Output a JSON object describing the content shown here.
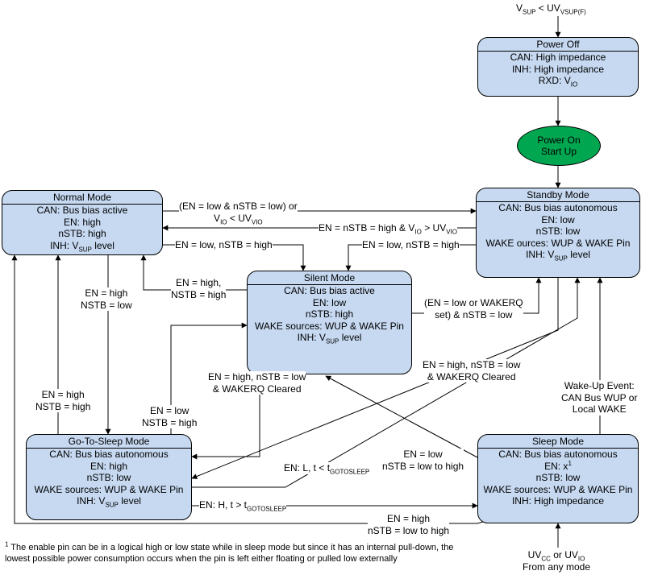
{
  "top_condition": {
    "text": "V",
    "sub1": "SUP",
    "mid": " < UV",
    "sub2": "VSUP(F)"
  },
  "power_on": {
    "line1": "Power On",
    "line2": "Start Up"
  },
  "states": {
    "power_off": {
      "title": "Power Off",
      "lines": [
        "CAN: High impedance",
        "INH: High impedance"
      ],
      "rxd": {
        "pre": "RXD: V",
        "sub": "IO"
      }
    },
    "standby": {
      "title": "Standby Mode",
      "lines": [
        "CAN: Bus bias autonomous",
        "EN: low",
        "nSTB: low",
        "WAKE ources: WUP & WAKE Pin"
      ],
      "inh": {
        "pre": "INH: V",
        "sub": "SUP",
        "post": " level"
      }
    },
    "normal": {
      "title": "Normal Mode",
      "lines": [
        "CAN: Bus bias active",
        "EN: high",
        "nSTB: high"
      ],
      "inh": {
        "pre": "INH: V",
        "sub": "SUP",
        "post": " level"
      }
    },
    "silent": {
      "title": "Silent Mode",
      "lines": [
        "CAN: Bus bias active",
        "EN: low",
        "nSTB: high",
        "WAKE sources: WUP & WAKE Pin"
      ],
      "inh": {
        "pre": "INH: V",
        "sub": "SUP",
        "post": " level"
      }
    },
    "go_to_sleep": {
      "title": "Go-To-Sleep Mode",
      "lines": [
        "CAN: Bus bias autonomous",
        "EN: high",
        "nSTB: low",
        "WAKE sources: WUP & WAKE Pin"
      ],
      "inh": {
        "pre": "INH: V",
        "sub": "SUP",
        "post": " level"
      }
    },
    "sleep": {
      "title": "Sleep Mode",
      "line1": "CAN: Bus bias autonomous",
      "en": {
        "pre": "EN: x",
        "sup": "1"
      },
      "lines": [
        "nSTB: low",
        "WAKE sources: WUP & WAKE Pin",
        "INH: High impedance"
      ]
    }
  },
  "transitions": {
    "normal_to_standby": {
      "line1": "(EN = low & nSTB = low) or",
      "pre": "V",
      "sub1": "IO",
      "mid": " < UV",
      "sub2": "VIO"
    },
    "standby_to_normal": {
      "pre": "EN = nSTB = high & V",
      "sub1": "IO",
      "mid": " > UV",
      "sub2": "VIO"
    },
    "normal_to_silent": "EN = low, nSTB = high",
    "standby_to_silent": "EN = low, nSTB = high",
    "silent_to_normal": {
      "line1": "EN = high,",
      "line2": "NSTB = high"
    },
    "silent_to_standby": {
      "line1": "(EN = low or WAKERQ",
      "line2": "set) & nSTB = low"
    },
    "normal_to_gts": {
      "line1": "EN = high",
      "line2": "NSTB = low"
    },
    "gts_to_normal": {
      "line1": "EN = high",
      "line2": "NSTB = high"
    },
    "gts_to_silent": {
      "line1": "EN = low",
      "line2": "NSTB = high"
    },
    "silent_to_gts": {
      "line1": "EN = high, nSTB = low",
      "line2": "& WAKERQ Cleared"
    },
    "standby_to_gts": {
      "line1": "EN = high, nSTB = low",
      "line2": "& WAKERQ Cleared"
    },
    "sleep_to_silent": {
      "line1": "EN = low",
      "line2": "nSTB = low to high"
    },
    "gts_hold": {
      "pre": "EN: L, t < t",
      "sub": "GOTOSLEEP"
    },
    "gts_to_sleep": {
      "pre": "EN: H, t > t",
      "sub": "GOTOSLEEP"
    },
    "sleep_to_normal": {
      "line1": "EN = high",
      "line2": "nSTB = low to high"
    },
    "sleep_to_standby": {
      "line1": "Wake-Up Event:",
      "line2": "CAN Bus WUP or",
      "line3": "Local WAKE"
    },
    "any_to_sleep": {
      "pre1": "UV",
      "sub1": "CC",
      "mid": " or UV",
      "sub2": "IO",
      "line2": "From any mode"
    }
  },
  "footnote": {
    "mark": "1",
    "text": " The enable pin can be in a logical high or low state while in sleep mode but since it has an internal pull-down, the lowest possible power consumption occurs when the pin is left either floating or pulled low externally"
  }
}
